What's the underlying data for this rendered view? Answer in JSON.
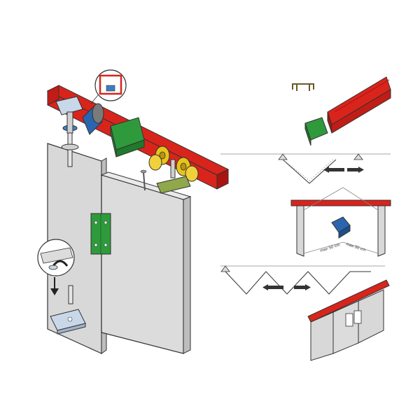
{
  "colors": {
    "rail": "#d9241c",
    "rail_dark": "#a81510",
    "door": "#d8d8d8",
    "door_side": "#bdbdbd",
    "outline": "#333333",
    "bracket_green": "#2e9a3c",
    "wheel_yellow": "#e8c41a",
    "pivot_blue": "#3a7fc4",
    "corner_blue": "#2a66b0",
    "metal": "#c9d8e8"
  },
  "dimension_labels": {
    "left": "max 50 cm",
    "right": "max 50 cm"
  },
  "icons": [
    "track-rail",
    "folding-door-panels",
    "roller-carriage",
    "pivot-bracket",
    "hinge",
    "floor-guide",
    "arrow-left",
    "arrow-right"
  ]
}
